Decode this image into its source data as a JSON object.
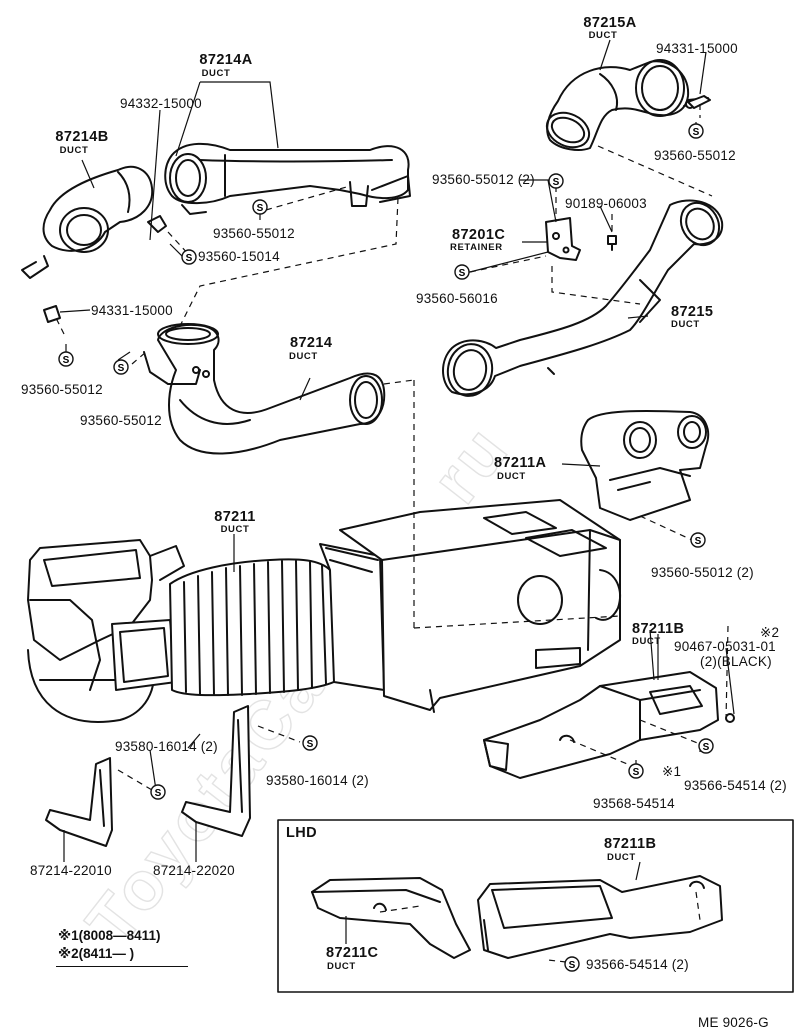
{
  "diagram_code": "ME  9026-G",
  "lhd_label": "LHD",
  "seal_mark": "S",
  "watermark": "ToyotaCarMine.ru",
  "parts": {
    "p87215A": {
      "num": "87215A",
      "desc": "DUCT"
    },
    "p87214A": {
      "num": "87214A",
      "desc": "DUCT"
    },
    "p87214B": {
      "num": "87214B",
      "desc": "DUCT"
    },
    "p87201C": {
      "num": "87201C",
      "desc": "RETAINER"
    },
    "p87215": {
      "num": "87215",
      "desc": "DUCT"
    },
    "p87214": {
      "num": "87214",
      "desc": "DUCT"
    },
    "p87211A": {
      "num": "87211A",
      "desc": "DUCT"
    },
    "p87211": {
      "num": "87211",
      "desc": "DUCT"
    },
    "p87211B": {
      "num": "87211B",
      "desc": "DUCT"
    },
    "p87211B_lhd": {
      "num": "87211B",
      "desc": "DUCT"
    },
    "p87211C": {
      "num": "87211C",
      "desc": "DUCT"
    }
  },
  "numbers": {
    "n94331_15000_a": "94331-15000",
    "n93560_55012_a": "93560-55012",
    "n94332_15000": "94332-15000",
    "n93560_55012_b": "93560-55012",
    "n93560_15014": "93560-15014",
    "n93560_55012_2a": "93560-55012 (2)",
    "n90189_06003": "90189-06003",
    "n93560_56016": "93560-56016",
    "n94331_15000_b": "94331-15000",
    "n93560_55012_c": "93560-55012",
    "n93560_55012_d": "93560-55012",
    "n93560_55012_2b": "93560-55012 (2)",
    "n90467": "90467-05031-01",
    "n90467_note": "(2)(BLACK)",
    "mark2": "※2",
    "mark1": "※1",
    "n93580_16014_a": "93580-16014 (2)",
    "n93580_16014_b": "93580-16014 (2)",
    "n93566_54514": "93566-54514 (2)",
    "n93568_54514": "93568-54514",
    "n87214_22010": "87214-22010",
    "n87214_22020": "87214-22020",
    "n93566_54514_lhd": "93566-54514 (2)"
  },
  "legend": [
    {
      "mark": "※1",
      "range": "(8008—8411)"
    },
    {
      "mark": "※2",
      "range": "(8411—        )"
    }
  ]
}
